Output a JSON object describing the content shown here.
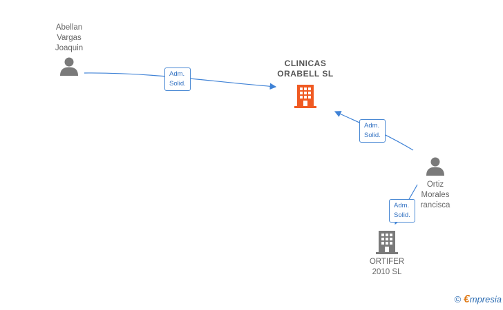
{
  "nodes": {
    "person_1": {
      "name": "Abellan\nVargas\nJoaquin"
    },
    "company_main": {
      "name": "CLINICAS\nORABELL  SL"
    },
    "person_2": {
      "name": "Ortiz\nMorales\nrancisca"
    },
    "company_2": {
      "name": "ORTIFER\n2010 SL"
    }
  },
  "edges": [
    {
      "label": "Adm.\nSolid."
    },
    {
      "label": "Adm.\nSolid."
    },
    {
      "label": "Adm.\nSolid."
    }
  ],
  "footer": {
    "copyright": "©",
    "brand_first": "€",
    "brand_rest": "mpresia"
  },
  "colors": {
    "main_company": "#f05a22",
    "company": "#7a7a7a",
    "person": "#7a7a7a",
    "edge": "#3f82d6"
  }
}
